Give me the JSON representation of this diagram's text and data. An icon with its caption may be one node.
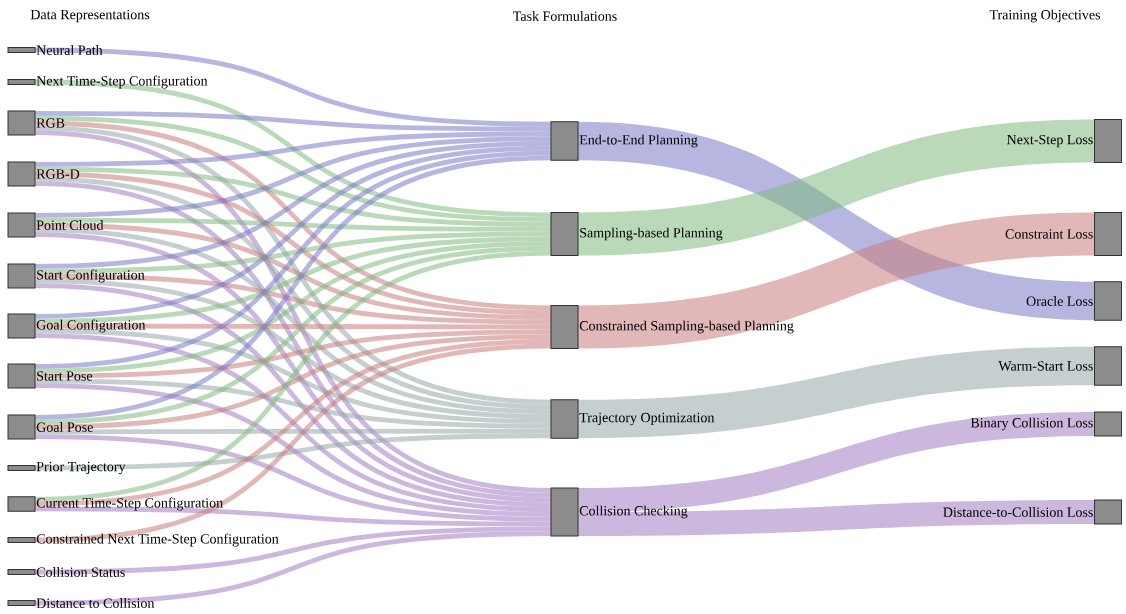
{
  "diagram": {
    "nodes": [
      {
        "text": [
          "Neural Path"
        ]
      },
      {
        "text": [
          "Next Time-Step Configuration"
        ]
      },
      {
        "text": [
          "RGB"
        ]
      },
      {
        "text": [
          "RGB-D"
        ]
      },
      {
        "text": [
          "Point Cloud"
        ]
      },
      {
        "text": [
          "Start Configuration"
        ]
      },
      {
        "text": [
          "Goal Configuration"
        ]
      },
      {
        "text": [
          "Start Pose"
        ]
      },
      {
        "text": [
          "Goal Pose"
        ]
      },
      {
        "text": [
          "Prior Trajectory"
        ]
      },
      {
        "text": [
          "Current Time-Step Configuration"
        ]
      },
      {
        "text": [
          "Constrained Next Time-Step Configuration"
        ]
      },
      {
        "text": [
          "Collision Status"
        ]
      },
      {
        "text": [
          "Distance to Collision"
        ]
      },
      {
        "text": [
          "End-to-End Planning"
        ]
      },
      {
        "text": [
          "Sampling-based Planning"
        ]
      },
      {
        "text": [
          "Constrained Sampling-based Planning"
        ]
      },
      {
        "text": [
          "Trajectory Optimization"
        ]
      },
      {
        "text": [
          "Collision Checking"
        ]
      },
      {
        "text": [
          "Next-Step Loss"
        ]
      },
      {
        "text": [
          "Constraint Loss"
        ]
      },
      {
        "text": [
          "Oracle Loss"
        ]
      },
      {
        "text": [
          "Warm-Start Loss"
        ]
      },
      {
        "text": [
          "Binary Collision Loss"
        ]
      },
      {
        "text": [
          "Distance-to-Collision Loss"
        ]
      }
    ],
    "edges": [
      {
        "from": 0,
        "to": 14,
        "arrow": "none",
        "color": "#7a7ac8"
      },
      {
        "from": 1,
        "to": 15,
        "arrow": "none",
        "color": "#7fba7f"
      },
      {
        "from": 2,
        "to": 14,
        "arrow": "none",
        "color": "#7a7ac8"
      },
      {
        "from": 2,
        "to": 15,
        "arrow": "none",
        "color": "#7fba7f"
      },
      {
        "from": 2,
        "to": 16,
        "arrow": "none",
        "color": "#c97b7b"
      },
      {
        "from": 2,
        "to": 17,
        "arrow": "none",
        "color": "#95a8a8"
      },
      {
        "from": 2,
        "to": 18,
        "arrow": "none",
        "color": "#a27cc2"
      },
      {
        "from": 3,
        "to": 14,
        "arrow": "none",
        "color": "#7a7ac8"
      },
      {
        "from": 3,
        "to": 15,
        "arrow": "none",
        "color": "#7fba7f"
      },
      {
        "from": 3,
        "to": 16,
        "arrow": "none",
        "color": "#c97b7b"
      },
      {
        "from": 3,
        "to": 17,
        "arrow": "none",
        "color": "#95a8a8"
      },
      {
        "from": 3,
        "to": 18,
        "arrow": "none",
        "color": "#a27cc2"
      },
      {
        "from": 4,
        "to": 14,
        "arrow": "none",
        "color": "#7a7ac8"
      },
      {
        "from": 4,
        "to": 15,
        "arrow": "none",
        "color": "#7fba7f"
      },
      {
        "from": 4,
        "to": 16,
        "arrow": "none",
        "color": "#c97b7b"
      },
      {
        "from": 4,
        "to": 17,
        "arrow": "none",
        "color": "#95a8a8"
      },
      {
        "from": 4,
        "to": 18,
        "arrow": "none",
        "color": "#a27cc2"
      },
      {
        "from": 5,
        "to": 14,
        "arrow": "none",
        "color": "#7a7ac8"
      },
      {
        "from": 5,
        "to": 15,
        "arrow": "none",
        "color": "#7fba7f"
      },
      {
        "from": 5,
        "to": 16,
        "arrow": "none",
        "color": "#c97b7b"
      },
      {
        "from": 5,
        "to": 17,
        "arrow": "none",
        "color": "#95a8a8"
      },
      {
        "from": 5,
        "to": 18,
        "arrow": "none",
        "color": "#a27cc2"
      },
      {
        "from": 6,
        "to": 14,
        "arrow": "none",
        "color": "#7a7ac8"
      },
      {
        "from": 6,
        "to": 15,
        "arrow": "none",
        "color": "#7fba7f"
      },
      {
        "from": 6,
        "to": 16,
        "arrow": "none",
        "color": "#c97b7b"
      },
      {
        "from": 6,
        "to": 17,
        "arrow": "none",
        "color": "#95a8a8"
      },
      {
        "from": 6,
        "to": 18,
        "arrow": "none",
        "color": "#a27cc2"
      },
      {
        "from": 7,
        "to": 14,
        "arrow": "none",
        "color": "#7a7ac8"
      },
      {
        "from": 7,
        "to": 15,
        "arrow": "none",
        "color": "#7fba7f"
      },
      {
        "from": 7,
        "to": 16,
        "arrow": "none",
        "color": "#c97b7b"
      },
      {
        "from": 7,
        "to": 17,
        "arrow": "none",
        "color": "#95a8a8"
      },
      {
        "from": 7,
        "to": 18,
        "arrow": "none",
        "color": "#a27cc2"
      },
      {
        "from": 8,
        "to": 14,
        "arrow": "none",
        "color": "#7a7ac8"
      },
      {
        "from": 8,
        "to": 15,
        "arrow": "none",
        "color": "#7fba7f"
      },
      {
        "from": 8,
        "to": 16,
        "arrow": "none",
        "color": "#c97b7b"
      },
      {
        "from": 8,
        "to": 17,
        "arrow": "none",
        "color": "#95a8a8"
      },
      {
        "from": 8,
        "to": 18,
        "arrow": "none",
        "color": "#a27cc2"
      },
      {
        "from": 9,
        "to": 17,
        "arrow": "none",
        "color": "#95a8a8"
      },
      {
        "from": 10,
        "to": 15,
        "arrow": "none",
        "color": "#7fba7f"
      },
      {
        "from": 10,
        "to": 16,
        "arrow": "none",
        "color": "#c97b7b"
      },
      {
        "from": 10,
        "to": 18,
        "arrow": "none",
        "color": "#a27cc2"
      },
      {
        "from": 11,
        "to": 16,
        "arrow": "none",
        "color": "#c97b7b"
      },
      {
        "from": 12,
        "to": 18,
        "arrow": "none",
        "color": "#a27cc2"
      },
      {
        "from": 13,
        "to": 18,
        "arrow": "none",
        "color": "#a27cc2"
      },
      {
        "from": 14,
        "to": 21,
        "arrow": "none",
        "style": "thick",
        "color": "#7a7ac8"
      },
      {
        "from": 15,
        "to": 19,
        "arrow": "none",
        "style": "thick",
        "color": "#7fba7f"
      },
      {
        "from": 16,
        "to": 20,
        "arrow": "none",
        "style": "thick",
        "color": "#c97b7b"
      },
      {
        "from": 17,
        "to": 22,
        "arrow": "none",
        "style": "thick",
        "color": "#95a8a8"
      },
      {
        "from": 18,
        "to": 23,
        "arrow": "none",
        "style": "thick",
        "color": "#a27cc2"
      },
      {
        "from": 18,
        "to": 24,
        "arrow": "none",
        "style": "thick",
        "color": "#a27cc2"
      }
    ],
    "labels": [
      "Data Representations",
      "Task Formulations",
      "Training Objectives"
    ]
  }
}
